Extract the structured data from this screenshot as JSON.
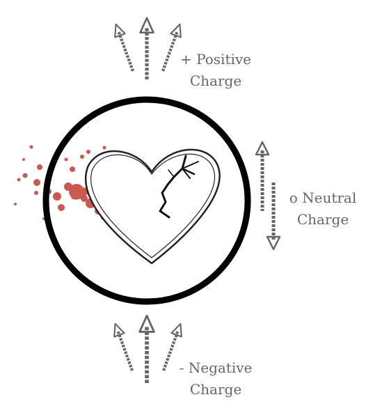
{
  "labels": {
    "positive": {
      "line1": "+ Positive",
      "line2": "Charge"
    },
    "neutral": {
      "line1": "o Neutral",
      "line2": "Charge"
    },
    "negative": {
      "line1": "- Negative",
      "line2": "Charge"
    }
  },
  "icons": {
    "center": "broken-heart-icon",
    "splatter": "blood-splatter-icon",
    "up_arrows": "up-arrow-icon",
    "double_arrow": "up-down-arrow-icon"
  },
  "colors": {
    "ring": "#000000",
    "arrow": "#666666",
    "heart_stroke": "#222222",
    "splatter": "#c85a52",
    "text": "#666666"
  }
}
